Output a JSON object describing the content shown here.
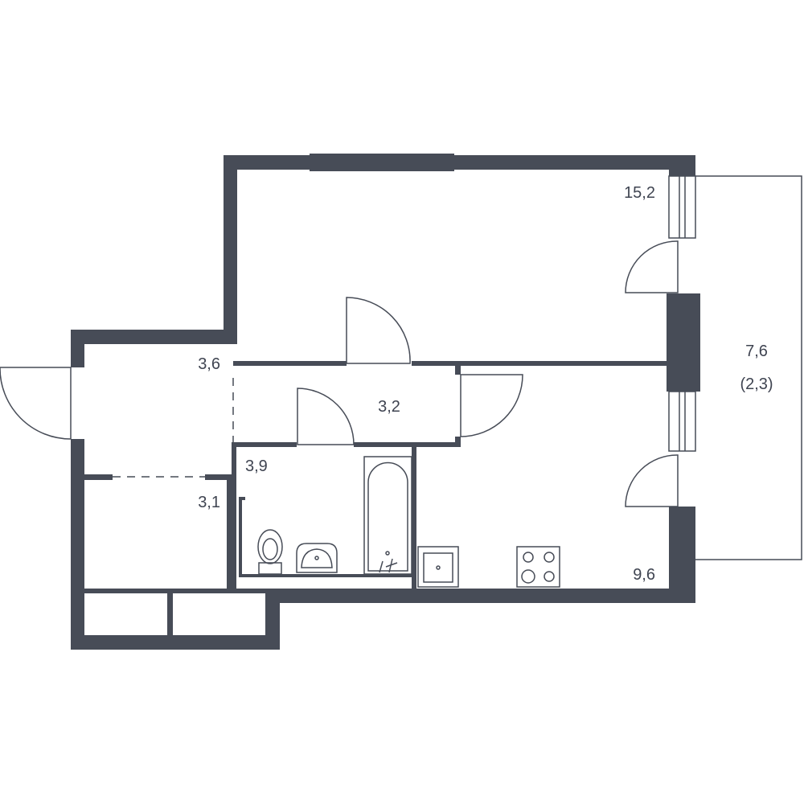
{
  "colors": {
    "wall": "#474c57",
    "line": "#474c57",
    "background": "#ffffff"
  },
  "rooms": {
    "living_room_area": "15,2",
    "balcony_area": "7,6",
    "balcony_area_reduced": "(2,3)",
    "hall_area": "3,6",
    "corridor_area": "3,2",
    "bathroom_area": "3,9",
    "storage_area": "3,1",
    "kitchen_area": "9,6"
  }
}
